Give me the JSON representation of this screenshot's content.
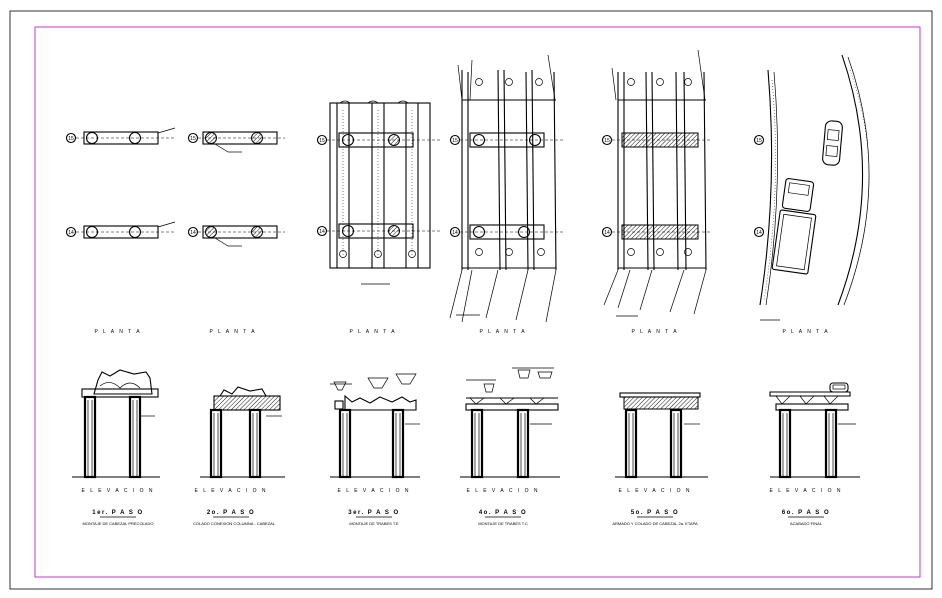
{
  "colors": {
    "frame": "#cc33cc",
    "border": "#000000",
    "line": "#000000",
    "paper": "#ffffff"
  },
  "axes": [
    "15",
    "14"
  ],
  "plan_caption": "P L A N T A",
  "elev_caption": "E L E V A C I O N",
  "steps": [
    {
      "title": "1er. P A S O",
      "desc": "MONTAJE DE CABEZAL PRECOLADO"
    },
    {
      "title": "2o. P A S O",
      "desc": "COLADO CONEXION COLUMNA - CABEZAL"
    },
    {
      "title": "3er. P A S O",
      "desc": "MONTAJE DE TRABES T.E"
    },
    {
      "title": "4o. P A S O",
      "desc": "MONTAJE DE TRABES T.C"
    },
    {
      "title": "5o. P A S O",
      "desc": "ARMADO Y COLADO DE CABEZAL 2a. ETAPA"
    },
    {
      "title": "6o. P A S O",
      "desc": "ACABADO FINAL"
    }
  ]
}
